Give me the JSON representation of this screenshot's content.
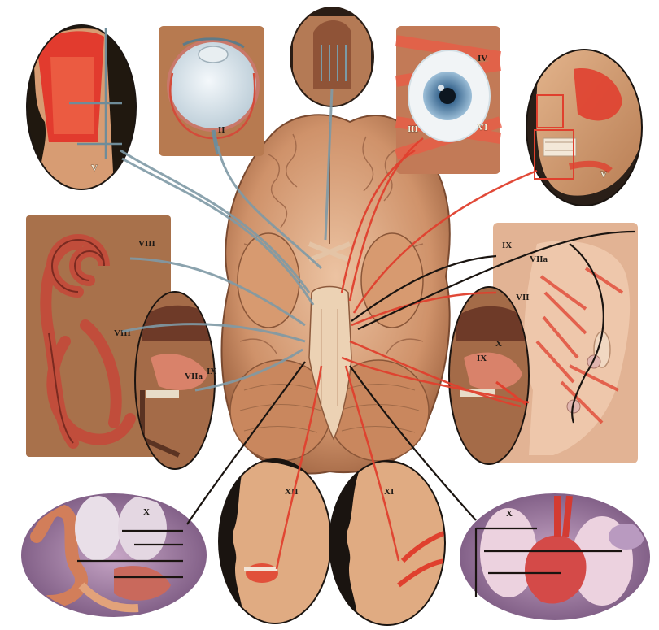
{
  "labels": {
    "face_sensory": "V",
    "eye_optic": "II",
    "eye_muscles_top": "IV",
    "eye_muscles_left": "III",
    "eye_muscles_right": "VI",
    "jaw_motor": "V",
    "cochlea_upper": "VIII",
    "cochlea_lower": "VIII",
    "mouth_left_a": "VIIa",
    "mouth_left_b": "IX",
    "head_right_ix": "IX",
    "head_right_viia": "VIIa",
    "head_right_vii": "VII",
    "mouth_right_x": "X",
    "mouth_right_ix": "IX",
    "tongue_nerve": "XII",
    "neck_nerve": "XI",
    "gut_left_x": "X",
    "heart_right_x": "X"
  },
  "colors": {
    "sensory_nerve": "#7f9aa6",
    "motor_nerve": "#e0402e",
    "mixed_nerve": "#1a1410",
    "panel_skin": "#c98f63",
    "panel_bg": "#a86f45",
    "brain": "#d8a07a"
  }
}
